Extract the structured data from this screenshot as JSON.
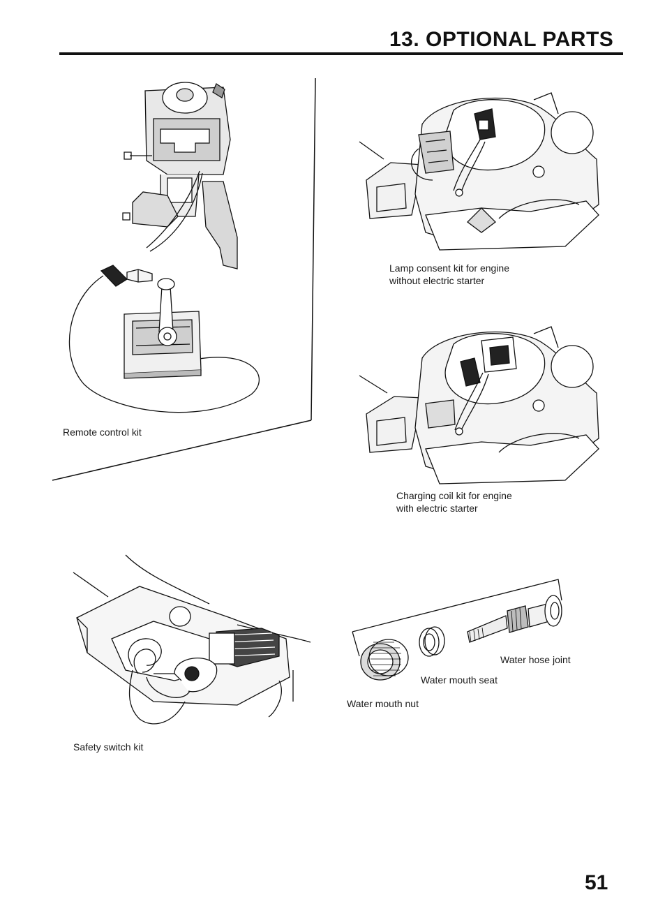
{
  "header": {
    "title": "13. OPTIONAL PARTS"
  },
  "figures": {
    "remote_control": {
      "caption": "Remote control kit"
    },
    "lamp_consent": {
      "caption_line1": "Lamp consent kit for engine",
      "caption_line2": "without electric starter"
    },
    "charging_coil": {
      "caption_line1": "Charging coil kit for engine",
      "caption_line2": "with electric starter"
    },
    "safety_switch": {
      "caption": "Safety switch kit"
    },
    "water_parts": {
      "hose_joint_label": "Water hose joint",
      "mouth_seat_label": "Water mouth seat",
      "mouth_nut_label": "Water mouth nut"
    }
  },
  "footer": {
    "page_number": "51"
  }
}
